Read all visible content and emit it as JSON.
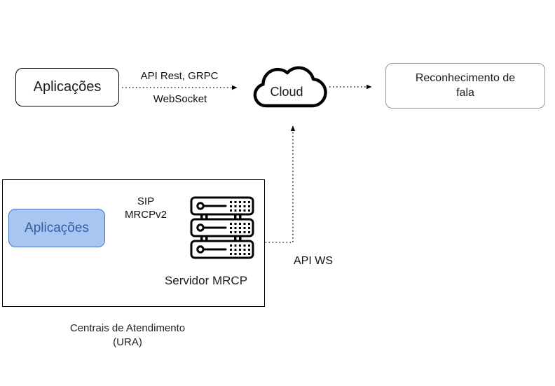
{
  "diagram": {
    "nodes": {
      "applications_top": {
        "label": "Aplicações"
      },
      "cloud": {
        "label": "Cloud"
      },
      "speech_recognition": {
        "label": "Reconhecimento de fala"
      },
      "applications_ura": {
        "label": "Aplicações"
      },
      "mrcp_server": {
        "label": "Servidor MRCP"
      },
      "contact_center": {
        "label_line1": "Centrais de Atendimento",
        "label_line2": "(URA)"
      }
    },
    "edges": {
      "app_to_cloud": {
        "label_top": "API Rest, GRPC",
        "label_bottom": "WebSocket",
        "style": "dotted-arrow"
      },
      "cloud_to_speech": {
        "style": "dotted-arrow"
      },
      "app_to_server": {
        "label_line1": "SIP",
        "label_line2": "MRCPv2",
        "style": "solid-arrow"
      },
      "server_to_cloud": {
        "label": "API WS",
        "style": "dotted-arrow"
      }
    },
    "colors": {
      "blue_fill": "#a9c5f2",
      "blue_border": "#4472c4",
      "blue_text": "#2e5fa3",
      "box_border_light": "#9a9a9a"
    }
  }
}
